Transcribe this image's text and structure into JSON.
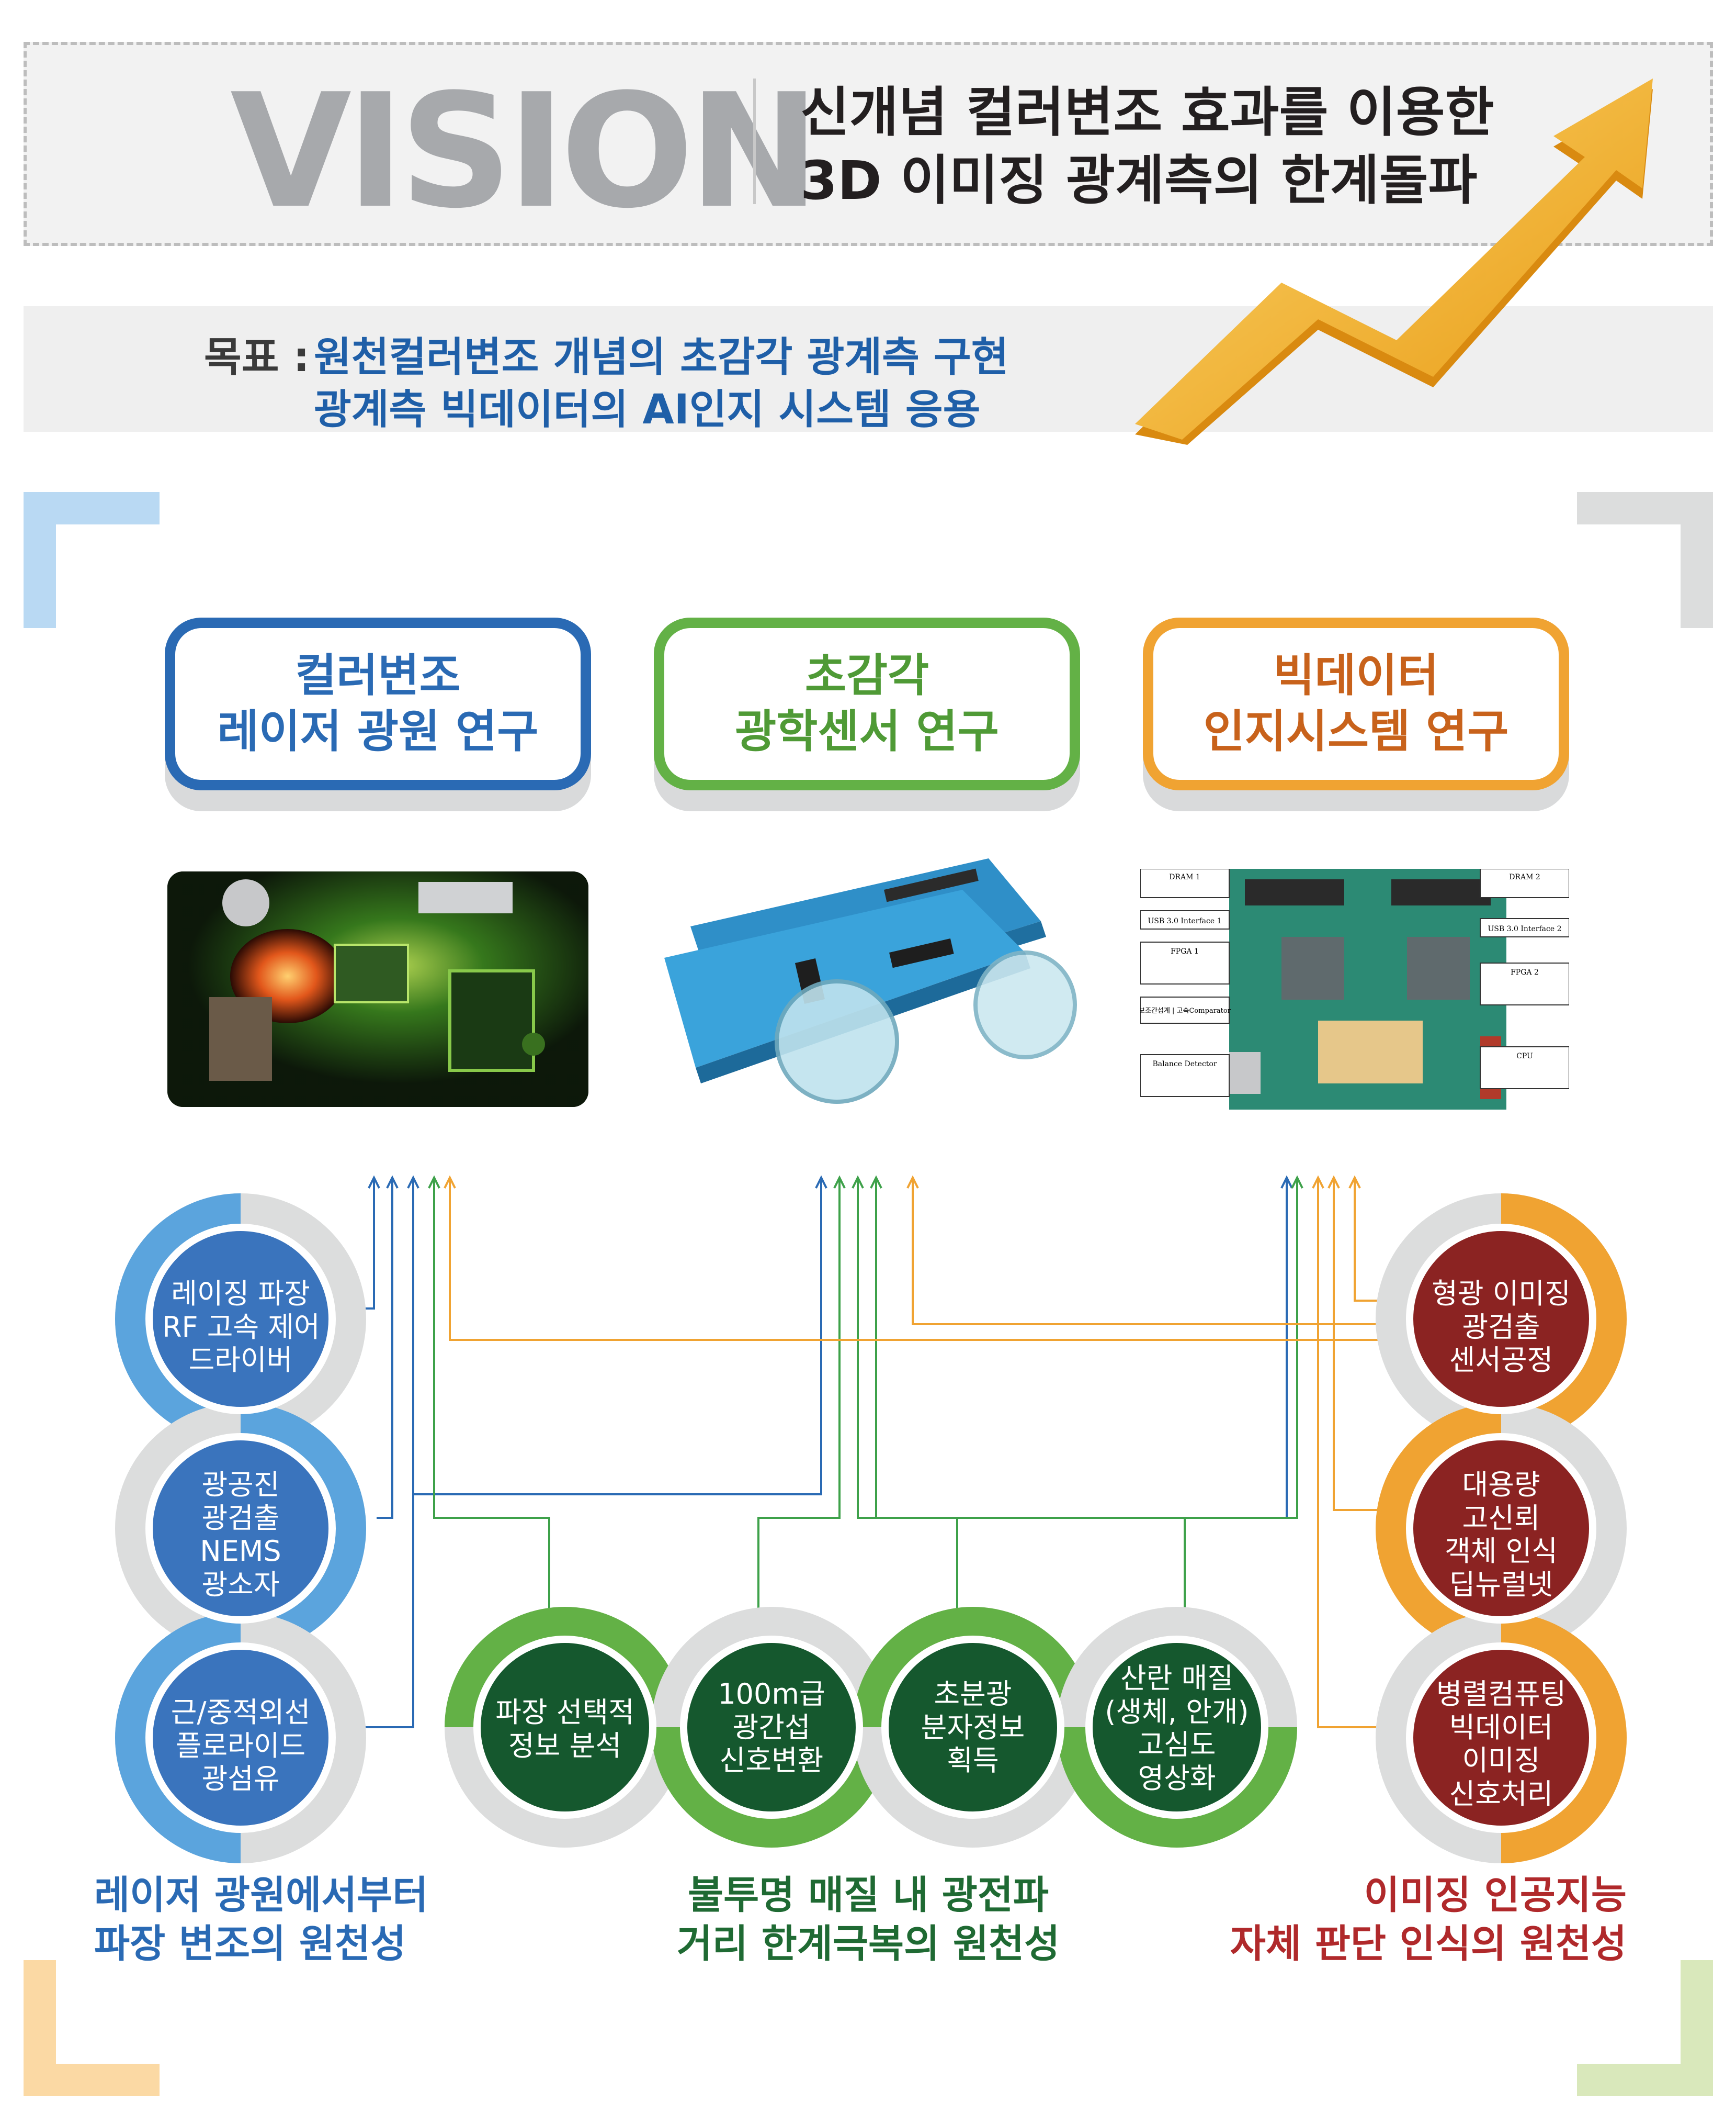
{
  "header": {
    "vision_word": "VISION",
    "title_line1": "신개념 컬러변조 효과를 이용한",
    "title_line2": "3D 이미징 광계측의 한계돌파"
  },
  "goal": {
    "label": "목표 :",
    "line1": "원천컬러변조 개념의 초감각 광계측 구현",
    "line2": "광계측 빅데이터의 AI인지 시스템 응용"
  },
  "research": [
    {
      "line1": "컬러변조",
      "line2": "레이저 광원 연구",
      "color": "#2a6ab4"
    },
    {
      "line1": "초감각",
      "line2": "광학센서 연구",
      "color": "#63b146"
    },
    {
      "line1": "빅데이터",
      "line2": "인지시스템 연구",
      "color": "#f0a332"
    }
  ],
  "board_labels": {
    "dram1": "DRAM 1",
    "dram2": "DRAM 2",
    "usb1": "USB 3.0 Interface 1",
    "usb2": "USB 3.0 Interface 2",
    "fpga1": "FPGA 1",
    "fpga2": "FPGA 2",
    "comparator": "보조간섭계 | 고속Comparator",
    "balance": "Balance Detector",
    "cpu": "CPU"
  },
  "left_circles": [
    {
      "lines": [
        "레이징 파장",
        "RF 고속 제어",
        "드라이버"
      ]
    },
    {
      "lines": [
        "광공진",
        "광검출",
        "NEMS",
        "광소자"
      ]
    },
    {
      "lines": [
        "근/중적외선",
        "플로라이드",
        "광섬유"
      ]
    }
  ],
  "middle_circles": [
    {
      "lines": [
        "파장 선택적",
        "정보 분석"
      ]
    },
    {
      "lines": [
        "100m급",
        "광간섭",
        "신호변환"
      ]
    },
    {
      "lines": [
        "초분광",
        "분자정보",
        "획득"
      ]
    },
    {
      "lines": [
        "산란 매질",
        "(생체, 안개)",
        "고심도",
        "영상화"
      ]
    }
  ],
  "right_circles": [
    {
      "lines": [
        "형광 이미징",
        "광검출",
        "센서공정"
      ]
    },
    {
      "lines": [
        "대용량",
        "고신뢰",
        "객체 인식",
        "딥뉴럴넷"
      ]
    },
    {
      "lines": [
        "병렬컴퓨팅",
        "빅데이터",
        "이미징",
        "신호처리"
      ]
    }
  ],
  "captions": {
    "left": [
      "레이저 광원에서부터",
      "파장 변조의 원천성"
    ],
    "middle": [
      "불투명 매질 내 광전파",
      "거리 한계극복의 원천성"
    ],
    "right": [
      "이미징 인공지능",
      "자체 판단 인식의 원천성"
    ]
  },
  "colors": {
    "blue": "#2a6ab4",
    "blue_circle": "#3a74bd",
    "light_blue_ring": "#5ba4dd",
    "green": "#63b146",
    "dark_green": "#15582e",
    "orange": "#f0a332",
    "dark_red": "#8b2322",
    "gray_ring": "#dcdddd"
  }
}
